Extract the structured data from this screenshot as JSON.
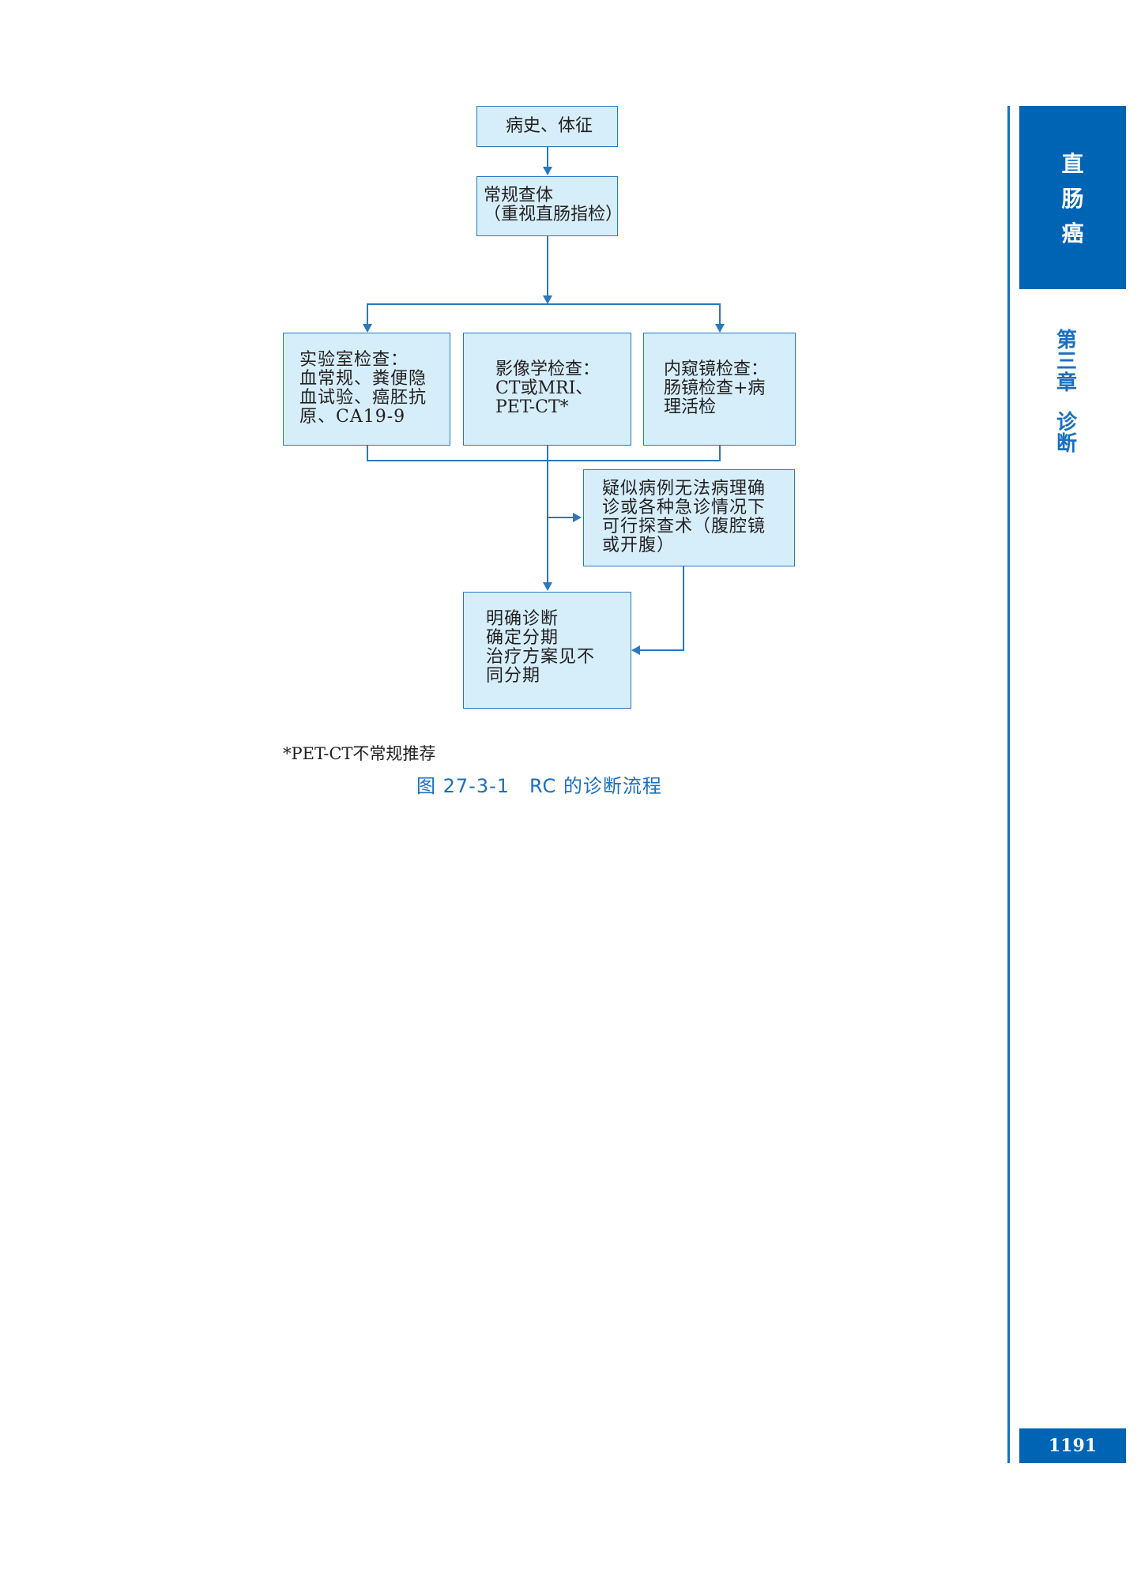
{
  "flowchart": {
    "history": "病史、体征",
    "physical": "常规查体\n（重视直肠指检）",
    "lab": "实验室检查：\n血常规、粪便隐\n血试验、癌胚抗\n原、CA19-9",
    "imaging": "影像学检查：\nCT或MRI、\nPET-CT*",
    "endoscopy": "内窥镜检查：\n肠镜检查+病\n理活检",
    "exploratory": "疑似病例无法病理确\n诊或各种急诊情况下\n可行探查术（腹腔镜\n或开腹）",
    "diagnosis": "明确诊断\n确定分期\n治疗方案见不\n同分期"
  },
  "footnote": "*PET-CT不常规推荐",
  "caption": "图 27-3-1　RC 的诊断流程",
  "sidebar": {
    "section": [
      "直",
      "肠",
      "癌"
    ],
    "chapter": [
      "第",
      "三",
      "章"
    ],
    "topic": [
      "诊",
      "断"
    ]
  },
  "page_number": "1191",
  "colors": {
    "accent": "#0064b4",
    "box_fill": "#d6eefa"
  }
}
